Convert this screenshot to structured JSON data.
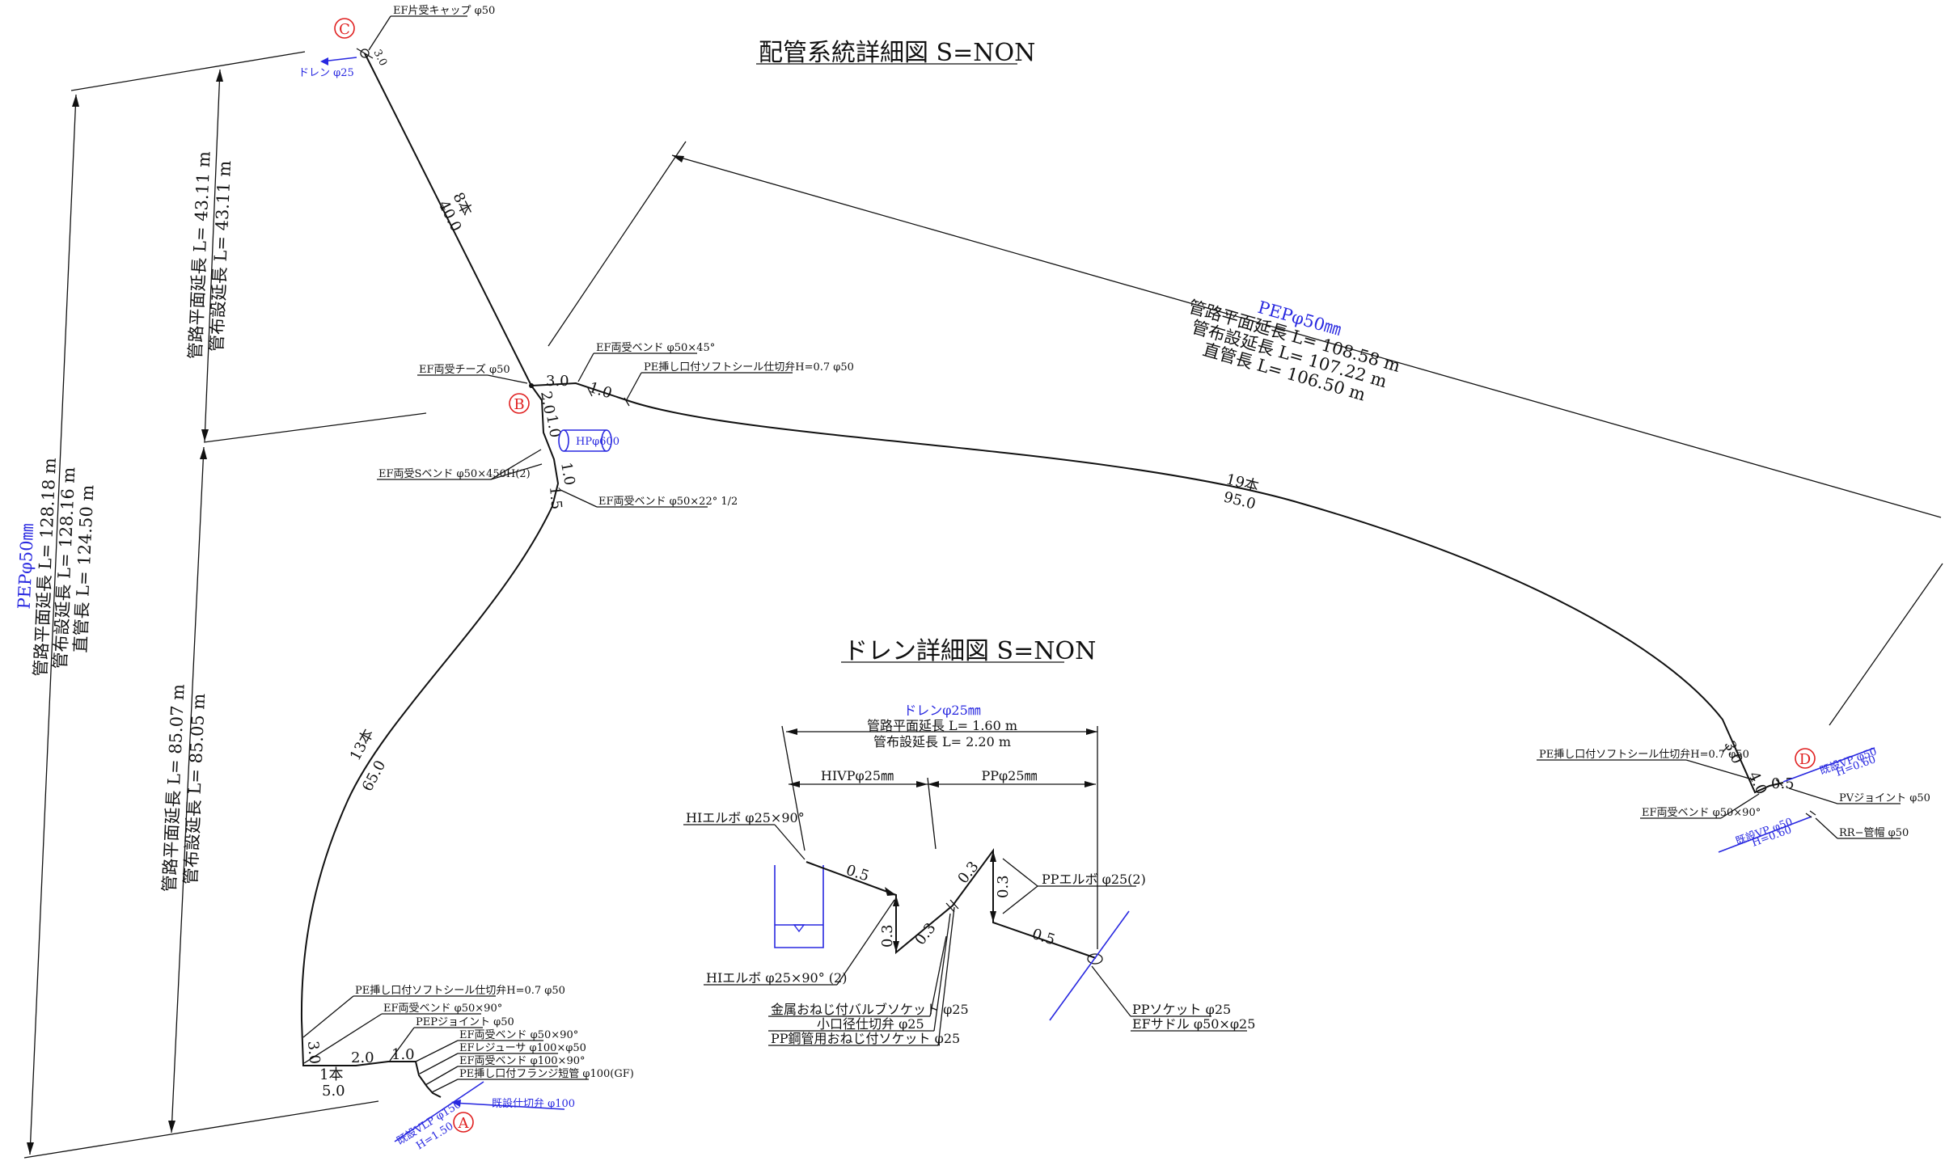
{
  "titles": {
    "main": "配管系統詳細図 S=NON",
    "drain": "ドレン詳細図 S=NON"
  },
  "points": {
    "a": "A",
    "b": "B",
    "c": "C",
    "d": "D"
  },
  "left_dims": {
    "total": {
      "name": "PEPφ50㎜",
      "plan": "管路平面延長 L= 128.18 m",
      "laid": "管布設延長 L= 128.16 m",
      "straight": "直管長 L= 124.50 m"
    },
    "upper": {
      "plan": "管路平面延長 L= 43.11 m",
      "laid": "管布設延長 L= 43.11 m"
    },
    "lower": {
      "plan": "管路平面延長 L= 85.07 m",
      "laid": "管布設延長 L= 85.05 m"
    }
  },
  "right_dims": {
    "name": "PEPφ50㎜",
    "plan": "管路平面延長 L= 108.58 m",
    "laid": "管布設延長 L= 107.22 m",
    "straight": "直管長 L= 106.50 m"
  },
  "segments": {
    "bc_count": "8本",
    "bc_len": "40.0",
    "bd_count": "19本",
    "bd_len": "95.0",
    "ab_count": "13本",
    "ab_len": "65.0",
    "c_short": "3.0",
    "b_3": "3.0",
    "b_1a": "1.0",
    "b_2": "2.0",
    "b_1b": "1.0",
    "b_1c": "1.0",
    "b_15": "1.5",
    "a_3": "3.0",
    "a_2": "2.0",
    "a_1": "1.0",
    "a_count": "1本",
    "a_len": "5.0",
    "d_3": "3.0",
    "d_4": "4.0",
    "d_05": "0.5"
  },
  "labels_c": {
    "cap": "EF片受キャップ φ50",
    "drain": "ドレン φ25"
  },
  "labels_b": {
    "tee": "EF両受チーズ φ50",
    "bend45": "EF両受ベンド φ50×45°",
    "valve": "PE挿し口付ソフトシール仕切弁H=0.7 φ50",
    "sbend": "EF両受Sベンド φ50×450H(2)",
    "bend22": "EF両受ベンド φ50×22° 1/2",
    "hp": "HPφ600"
  },
  "labels_a": {
    "valve": "PE挿し口付ソフトシール仕切弁H=0.7 φ50",
    "bend90": "EF両受ベンド φ50×90°",
    "joint": "PEPジョイント φ50",
    "bend90b": "EF両受ベンド φ50×90°",
    "reducer": "EFレジューサ φ100×φ50",
    "bend100": "EF両受ベンド φ100×90°",
    "flange": "PE挿し口付フランジ短管 φ100(GF)",
    "exist_valve": "既設仕切弁 φ100",
    "exist_pipe": "既設VLP φ150",
    "exist_h": "H=1.50"
  },
  "labels_d": {
    "valve": "PE挿し口付ソフトシール仕切弁H=0.7 φ50",
    "bend90": "EF両受ベンド φ50×90°",
    "exist_vp": "既設VP φ50",
    "h_up": "H=0.60",
    "pv_joint": "PVジョイント φ50",
    "exist_vp2": "既設VP φ50",
    "h_low": "H=0.60",
    "rr": "RR−管帽 φ50"
  },
  "drain_detail": {
    "name": "ドレンφ25㎜",
    "plan": "管路平面延長 L= 1.60 m",
    "laid": "管布設延長 L= 2.20 m",
    "hivp": "HIVPφ25㎜",
    "pp": "PPφ25㎜",
    "hi_elbow_top": "HIエルボ φ25×90°",
    "hi_elbow_bot": "HIエルボ φ25×90° (2)",
    "valve_socket": "金属おねじ付バルブソケット φ25",
    "small_valve": "小口径仕切弁 φ25",
    "pp_socket_thread": "PP鋼管用おねじ付ソケット φ25",
    "pp_elbow": "PPエルボ φ25(2)",
    "pp_socket": "PPソケット φ25",
    "ef_saddle": "EFサドル φ50×φ25",
    "d_05a": "0.5",
    "d_03a": "0.3",
    "d_03b": "0.3",
    "d_03c": "0.3",
    "d_03d": "0.3",
    "d_05b": "0.5"
  }
}
